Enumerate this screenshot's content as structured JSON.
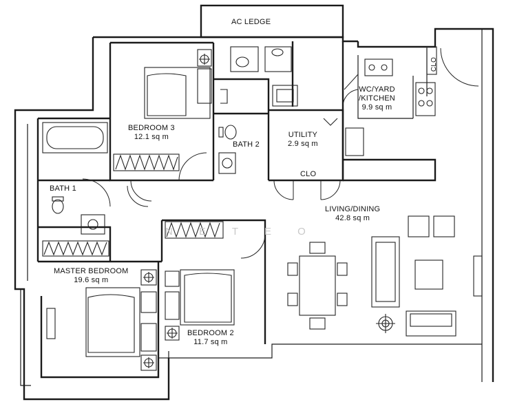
{
  "rooms": {
    "ac_ledge": {
      "name": "AC LEDGE"
    },
    "bedroom3": {
      "name": "BEDROOM 3",
      "area": "12.1 sq m"
    },
    "bath2": {
      "name": "BATH 2"
    },
    "utility": {
      "name": "UTILITY",
      "area": "2.9 sq m"
    },
    "wc_yard_kitchen": {
      "name_line1": "WC/YARD",
      "name_line2": "/KITCHEN",
      "area": "9.9 sq m"
    },
    "bath1": {
      "name": "BATH 1"
    },
    "living_dining": {
      "name": "LIVING/DINING",
      "area": "42.8 sq m"
    },
    "master_bedroom": {
      "name": "MASTER BEDROOM",
      "area": "19.6 sq m"
    },
    "bedroom2": {
      "name": "BEDROOM 2",
      "area": "11.7 sq m"
    }
  },
  "closets": {
    "clo_utility": "CLO",
    "clo_kitchen": "CLO"
  },
  "watermark": "N  E  T  E  O"
}
